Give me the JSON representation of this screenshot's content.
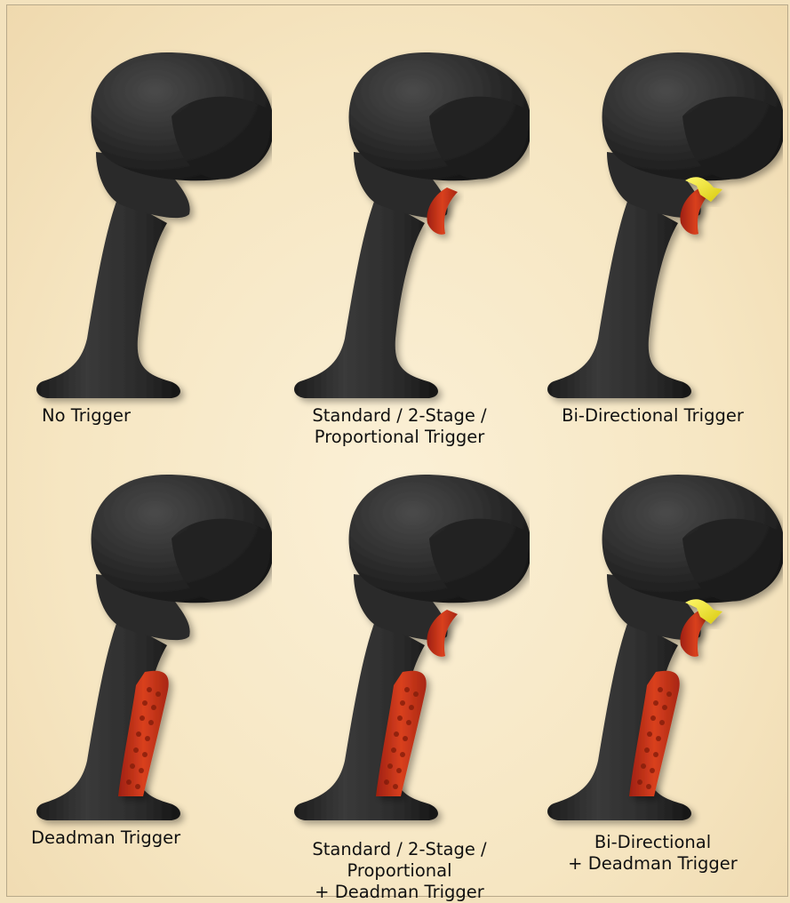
{
  "colors": {
    "background": "#f3e2bd",
    "grip": "#2c2c2c",
    "trigger": "#c8321a",
    "bidirectional_tab": "#f2ea1a"
  },
  "variants": [
    {
      "caption": "No Trigger",
      "trigger": false,
      "bidirectional": false,
      "deadman": false
    },
    {
      "caption": "Standard / 2-Stage /\nProportional Trigger",
      "trigger": true,
      "bidirectional": false,
      "deadman": false
    },
    {
      "caption": "Bi-Directional Trigger",
      "trigger": true,
      "bidirectional": true,
      "deadman": false
    },
    {
      "caption": "Deadman Trigger",
      "trigger": false,
      "bidirectional": false,
      "deadman": true
    },
    {
      "caption": "Standard / 2-Stage /\nProportional\n+ Deadman Trigger",
      "trigger": true,
      "bidirectional": false,
      "deadman": true
    },
    {
      "caption": "Bi-Directional\n+ Deadman Trigger",
      "trigger": true,
      "bidirectional": true,
      "deadman": true
    }
  ]
}
